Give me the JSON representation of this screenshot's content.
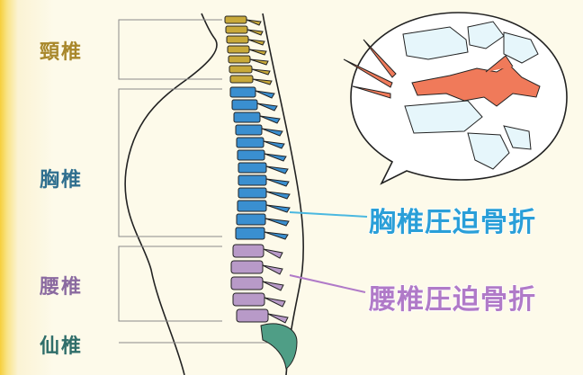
{
  "labels": {
    "cervical": "頸椎",
    "thoracic": "胸椎",
    "lumbar": "腰椎",
    "sacral": "仙椎",
    "thoracic_fracture": "胸椎圧迫骨折",
    "lumbar_fracture": "腰椎圧迫骨折"
  },
  "colors": {
    "cervical": "#c8a93a",
    "thoracic": "#3a8fd0",
    "lumbar": "#b89ac8",
    "sacral": "#4f9e86",
    "fracture": "#f07a5a",
    "cervical_text": "#a8872a",
    "thoracic_text": "#2f6f8f",
    "lumbar_text": "#8a6aa0",
    "sacral_text": "#2f6e6a",
    "thoracic_callout": "#4ab8e0",
    "lumbar_callout": "#b07ac8"
  }
}
